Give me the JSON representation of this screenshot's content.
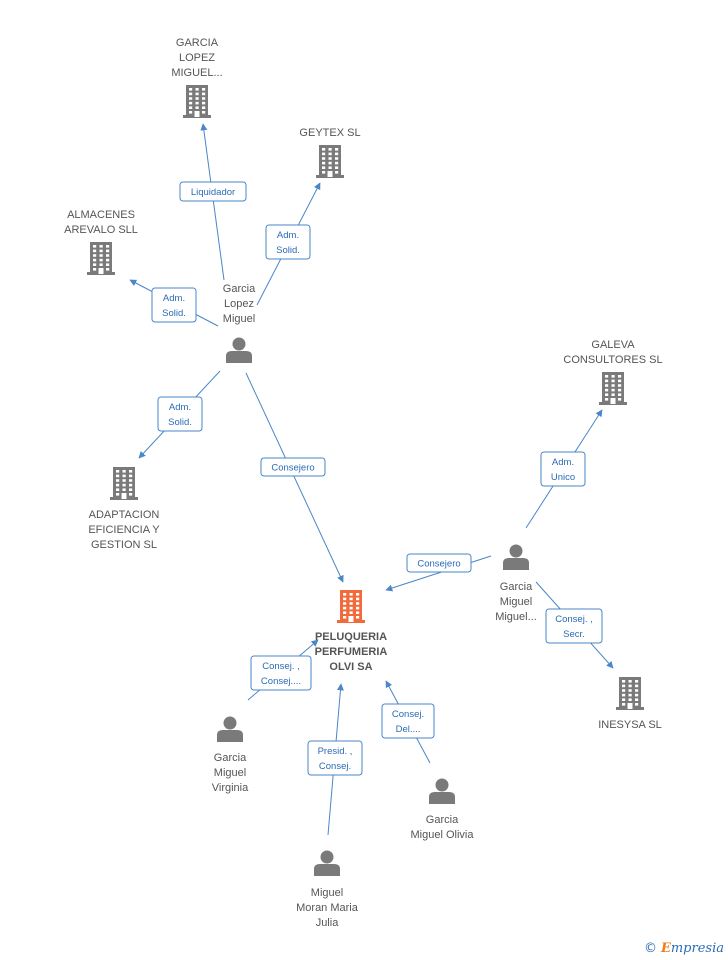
{
  "nodes": [
    {
      "id": "peluqueria",
      "kind": "company",
      "main": true,
      "color": "#f06a3c",
      "label": [
        "PELUQUERIA",
        "PERFUMERIA",
        "OLVI SA"
      ]
    },
    {
      "id": "garcia-lopez-miguel-co",
      "kind": "company",
      "label": [
        "GARCIA",
        "LOPEZ",
        "MIGUEL..."
      ]
    },
    {
      "id": "geytex",
      "kind": "company",
      "label": [
        "GEYTEX SL"
      ]
    },
    {
      "id": "almacenes",
      "kind": "company",
      "label": [
        "ALMACENES",
        "AREVALO SLL"
      ]
    },
    {
      "id": "adaptacion",
      "kind": "company",
      "label": [
        "ADAPTACION",
        "EFICIENCIA Y",
        "GESTION SL"
      ]
    },
    {
      "id": "galeva",
      "kind": "company",
      "label": [
        "GALEVA",
        "CONSULTORES SL"
      ]
    },
    {
      "id": "inesysa",
      "kind": "company",
      "label": [
        "INESYSA SL"
      ]
    },
    {
      "id": "p-garcia-lopez",
      "kind": "person",
      "label": [
        "Garcia",
        "Lopez",
        "Miguel"
      ]
    },
    {
      "id": "p-garcia-miguel-miguel",
      "kind": "person",
      "label": [
        "Garcia",
        "Miguel",
        "Miguel..."
      ]
    },
    {
      "id": "p-virginia",
      "kind": "person",
      "label": [
        "Garcia",
        "Miguel",
        "Virginia"
      ]
    },
    {
      "id": "p-moran",
      "kind": "person",
      "label": [
        "Miguel",
        "Moran Maria",
        "Julia"
      ]
    },
    {
      "id": "p-olivia",
      "kind": "person",
      "label": [
        "Garcia",
        "Miguel Olivia"
      ]
    }
  ],
  "edges": [
    {
      "from": "p-garcia-lopez",
      "to": "garcia-lopez-miguel-co",
      "label": [
        "Liquidador"
      ]
    },
    {
      "from": "p-garcia-lopez",
      "to": "geytex",
      "label": [
        "Adm.",
        "Solid."
      ]
    },
    {
      "from": "p-garcia-lopez",
      "to": "almacenes",
      "label": [
        "Adm.",
        "Solid."
      ]
    },
    {
      "from": "p-garcia-lopez",
      "to": "adaptacion",
      "label": [
        "Adm.",
        "Solid."
      ]
    },
    {
      "from": "p-garcia-lopez",
      "to": "peluqueria",
      "label": [
        "Consejero"
      ]
    },
    {
      "from": "p-garcia-miguel-miguel",
      "to": "galeva",
      "label": [
        "Adm.",
        "Unico"
      ]
    },
    {
      "from": "p-garcia-miguel-miguel",
      "to": "peluqueria",
      "label": [
        "Consejero"
      ]
    },
    {
      "from": "p-garcia-miguel-miguel",
      "to": "inesysa",
      "label": [
        "Consej. ,",
        "Secr."
      ]
    },
    {
      "from": "p-virginia",
      "to": "peluqueria",
      "label": [
        "Consej. ,",
        "Consej...."
      ]
    },
    {
      "from": "p-moran",
      "to": "peluqueria",
      "label": [
        "Presid. ,",
        "Consej."
      ]
    },
    {
      "from": "p-olivia",
      "to": "peluqueria",
      "label": [
        "Consej.",
        "Del...."
      ]
    }
  ],
  "colors": {
    "edge": "#4a86c8",
    "node": "#7a7a7a",
    "main": "#f06a3c"
  },
  "copyright": {
    "symbol": "©",
    "brand_initial": "E",
    "brand_rest": "mpresia"
  }
}
